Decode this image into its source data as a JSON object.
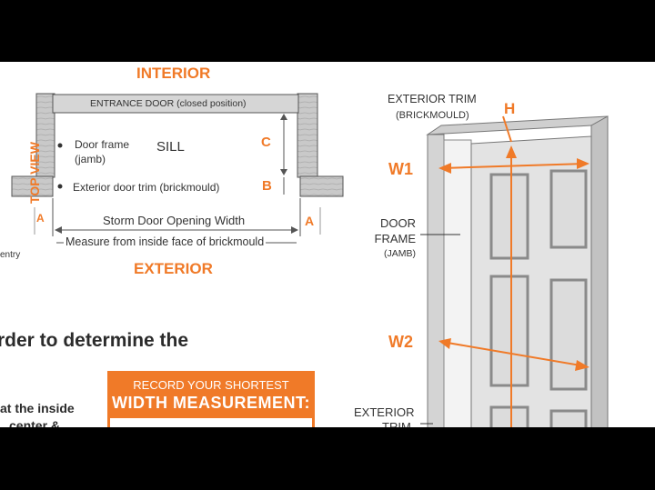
{
  "top_view": {
    "interior_label": "INTERIOR",
    "exterior_label": "EXTERIOR",
    "side_label": "TOP VIEW",
    "entrance_door": "ENTRANCE DOOR (closed position)",
    "door_frame_line1": "Door frame",
    "door_frame_line2": "(jamb)",
    "sill": "SILL",
    "exterior_trim": "Exterior door trim (brickmould)",
    "storm_width": "Storm Door Opening Width",
    "measure_note": "Measure from inside face of brickmould",
    "cut_text": "entry",
    "letters": {
      "a_left": "A",
      "a_right": "A",
      "b": "B",
      "c": "C"
    }
  },
  "body_text": {
    "heading_fragment": "rder to determine the",
    "line1_fragment": "at the inside",
    "line2_fragment": "center &"
  },
  "record_box": {
    "line1": "RECORD YOUR SHORTEST",
    "line2": "WIDTH MEASUREMENT:"
  },
  "front_view": {
    "exterior_trim_top_line1": "EXTERIOR TRIM",
    "exterior_trim_top_line2": "(BRICKMOULD)",
    "h": "H",
    "w1": "W1",
    "w2": "W2",
    "door_frame_line1": "DOOR",
    "door_frame_line2": "FRAME",
    "door_frame_line3": "(JAMB)",
    "exterior_trim_bottom_line1": "EXTERIOR",
    "exterior_trim_bottom_line2": "TRIM"
  },
  "colors": {
    "orange": "#f07a28",
    "dark_text": "#333333",
    "wood": "#c9c9c9",
    "door": "#e3e3e3"
  }
}
